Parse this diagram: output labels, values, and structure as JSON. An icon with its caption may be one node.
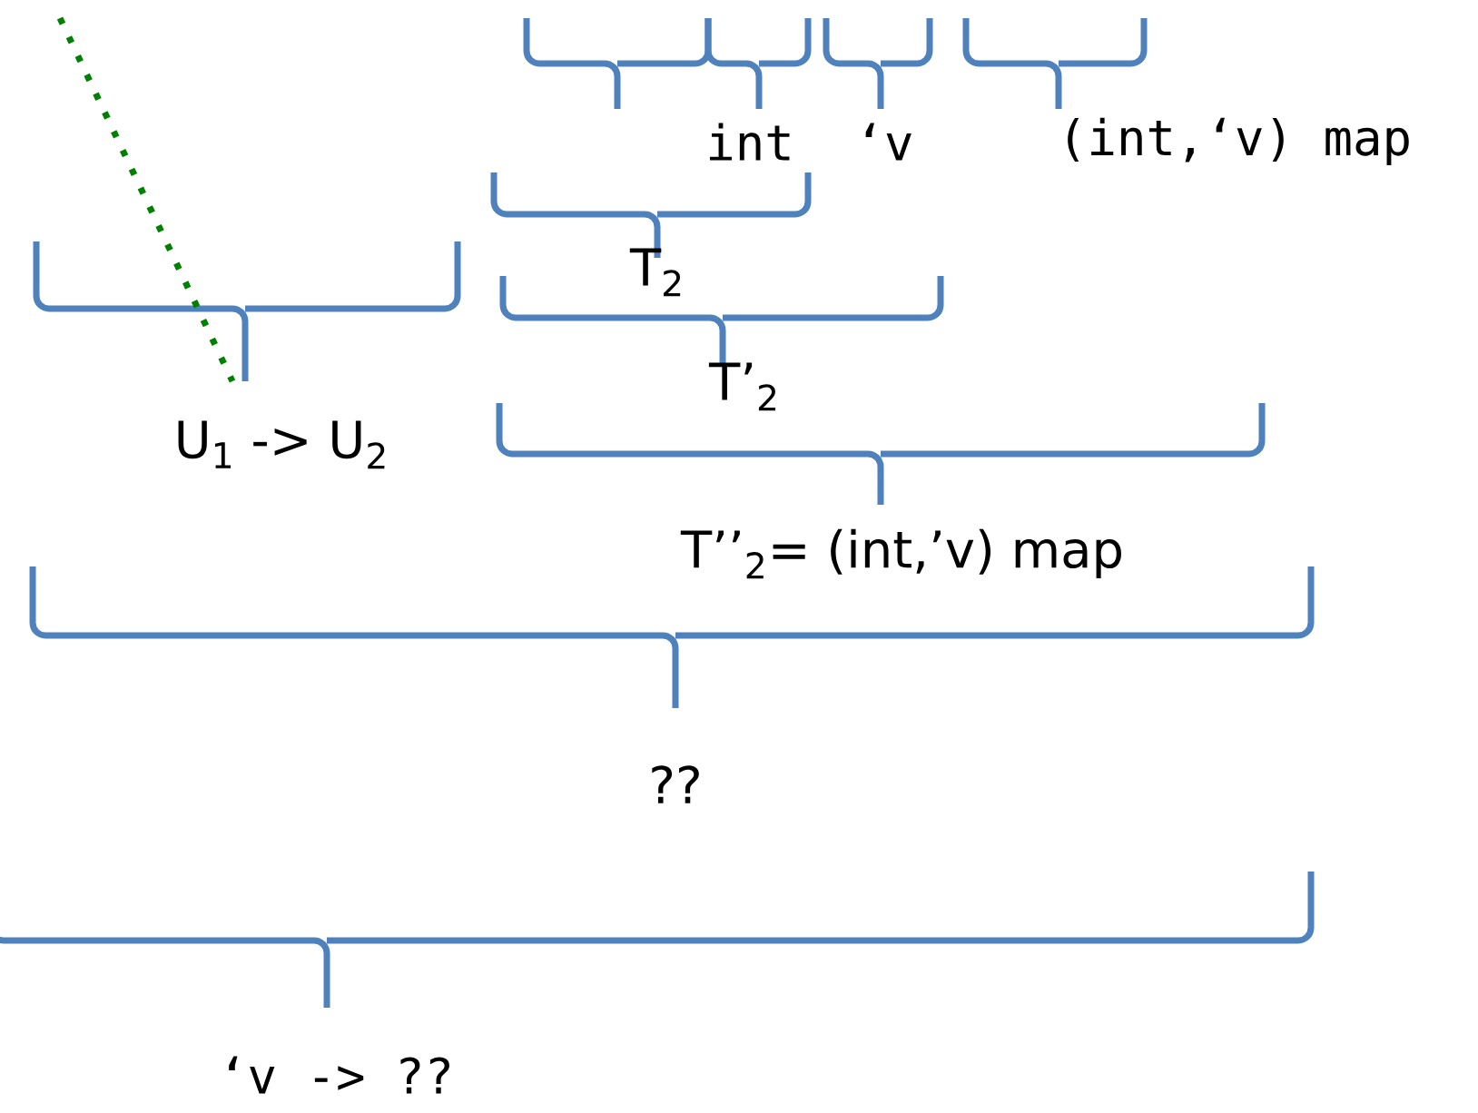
{
  "diagram": {
    "labels": [
      "int",
      "‘v",
      "(int,‘v) map",
      "T$_{2}$",
      "U$_{1}$ -> U$_{2}$",
      "T’$_{2}$",
      "T’’$_{2}$= (int,’v) map",
      "??",
      "‘v -> ??"
    ]
  }
}
